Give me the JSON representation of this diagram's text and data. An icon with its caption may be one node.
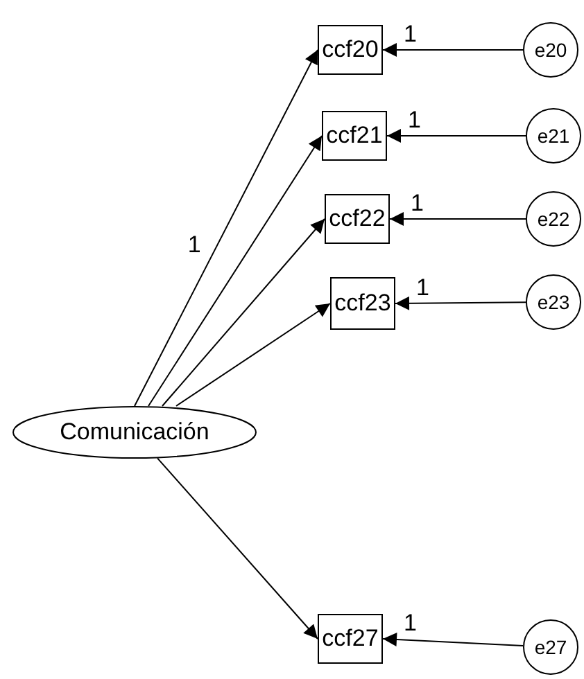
{
  "diagram": {
    "nodes": [
      {
        "text": [
          "Comunicación"
        ]
      },
      {
        "text": [
          "ccf20"
        ]
      },
      {
        "text": [
          "ccf21"
        ]
      },
      {
        "text": [
          "ccf22"
        ]
      },
      {
        "text": [
          "ccf23"
        ]
      },
      {
        "text": [
          "ccf27"
        ]
      },
      {
        "text": [
          "e20"
        ]
      },
      {
        "text": [
          "e21"
        ]
      },
      {
        "text": [
          "e22"
        ]
      },
      {
        "text": [
          "e23"
        ]
      },
      {
        "text": [
          "e27"
        ]
      }
    ],
    "edges": [
      {
        "from": 0,
        "to": 1,
        "arrow": "to",
        "label": "1"
      },
      {
        "from": 0,
        "to": 2,
        "arrow": "to"
      },
      {
        "from": 0,
        "to": 3,
        "arrow": "to"
      },
      {
        "from": 0,
        "to": 4,
        "arrow": "to"
      },
      {
        "from": 0,
        "to": 5,
        "arrow": "to"
      },
      {
        "from": 6,
        "to": 1,
        "arrow": "to",
        "label": "1"
      },
      {
        "from": 7,
        "to": 2,
        "arrow": "to",
        "label": "1"
      },
      {
        "from": 8,
        "to": 3,
        "arrow": "to",
        "label": "1"
      },
      {
        "from": 9,
        "to": 4,
        "arrow": "to",
        "label": "1"
      },
      {
        "from": 10,
        "to": 5,
        "arrow": "to",
        "label": "1"
      }
    ]
  }
}
